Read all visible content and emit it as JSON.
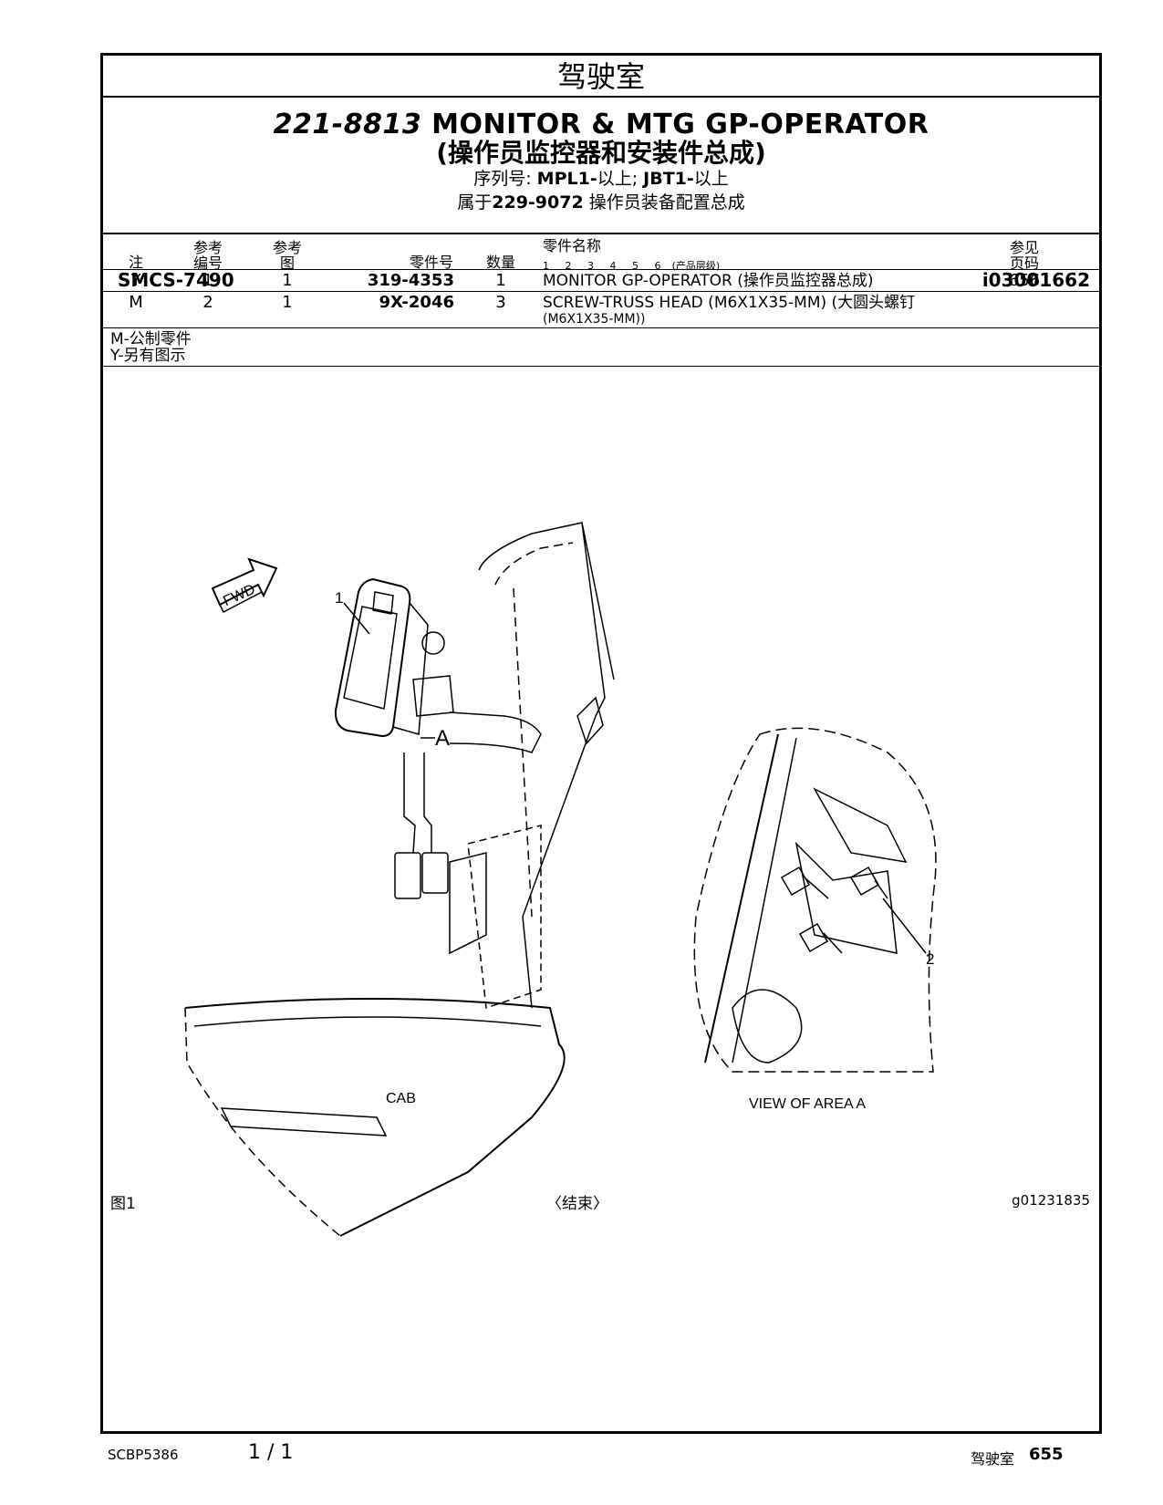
{
  "section_title": "驾驶室",
  "header": {
    "part_number": "221-8813",
    "name": "MONITOR & MTG GP-OPERATOR",
    "name_cn": "(操作员监控器和安装件总成)",
    "serial_label": "序列号:",
    "serial_1": "MPL1-",
    "serial_1_suffix": "以上;",
    "serial_2": "JBT1-",
    "serial_2_suffix": "以上",
    "belongs_prefix": "属于",
    "belongs_pn": "229-9072",
    "belongs_text": "操作员装备配置总成",
    "smcs": "SMCS-7490",
    "ident": "i03001662"
  },
  "table": {
    "headers": {
      "note": "注",
      "ref_no": "参考\n编号",
      "ref_fig": "参考\n图",
      "part_no": "零件号",
      "qty": "数量",
      "part_name": "零件名称",
      "levels": "1 2 3 4 5 6",
      "levels_note": "(产品层级)",
      "see_page": "参见\n页码"
    },
    "rows": [
      {
        "note": "Y",
        "ref_no": "1",
        "ref_fig": "1",
        "part_no": "319-4353",
        "qty": "1",
        "name": "MONITOR GP-OPERATOR (操作员监控器总成)",
        "name2": "",
        "page": "656"
      },
      {
        "note": "M",
        "ref_no": "2",
        "ref_fig": "1",
        "part_no": "9X-2046",
        "qty": "3",
        "name": "SCREW-TRUSS HEAD (M6X1X35-MM) (大圆头螺钉",
        "name2": "(M6X1X35-MM))",
        "page": ""
      }
    ]
  },
  "notes": [
    "M-公制零件",
    "Y-另有图示"
  ],
  "figure": {
    "callout_1": "1",
    "callout_2": "2",
    "callout_a": "A",
    "fwd": "FWD",
    "cab": "CAB",
    "view_label": "VIEW OF AREA A",
    "fig_caption": "图1",
    "end_mark": "〈结束〉",
    "graphic_id": "g01231835"
  },
  "footer": {
    "doc_id": "SCBP5386",
    "page_count": "1 / 1",
    "section": "驾驶室",
    "page": "655"
  }
}
